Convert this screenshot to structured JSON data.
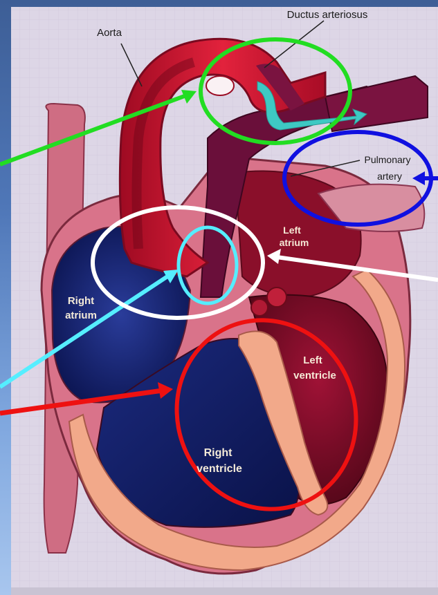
{
  "labels": {
    "ductus": "Ductus arteriosus",
    "aorta": "Aorta",
    "pulmonary_line1": "Pulmonary",
    "pulmonary_line2": "artery",
    "left_atrium_line1": "Left",
    "left_atrium_line2": "atrium",
    "right_atrium_line1": "Right",
    "right_atrium_line2": "atrium",
    "left_ventricle_line1": "Left",
    "left_ventricle_line2": "ventricle",
    "right_ventricle_line1": "Right",
    "right_ventricle_line2": "ventricle"
  },
  "colors": {
    "background_top": "#3d5e96",
    "background_bottom": "#a8c6ee",
    "panel": "#ddd6e6",
    "aorta_red": "#c8102e",
    "dark_red": "#7a0d24",
    "deep_blue": "#0e1a5e",
    "muscle_peach": "#f2a98a",
    "green_marker": "#22dd22",
    "blue_marker": "#1010e0",
    "white_marker": "#ffffff",
    "cyan_marker": "#55eeff",
    "red_marker": "#ee1111",
    "flow_teal": "#3ec9c3"
  },
  "annotations": [
    {
      "name": "ductus-arteriosus-highlight",
      "color": "green"
    },
    {
      "name": "pulmonary-artery-highlight",
      "color": "blue"
    },
    {
      "name": "septum-highlight",
      "color": "white"
    },
    {
      "name": "septal-defect-highlight",
      "color": "cyan"
    },
    {
      "name": "right-ventricle-highlight",
      "color": "red"
    }
  ]
}
